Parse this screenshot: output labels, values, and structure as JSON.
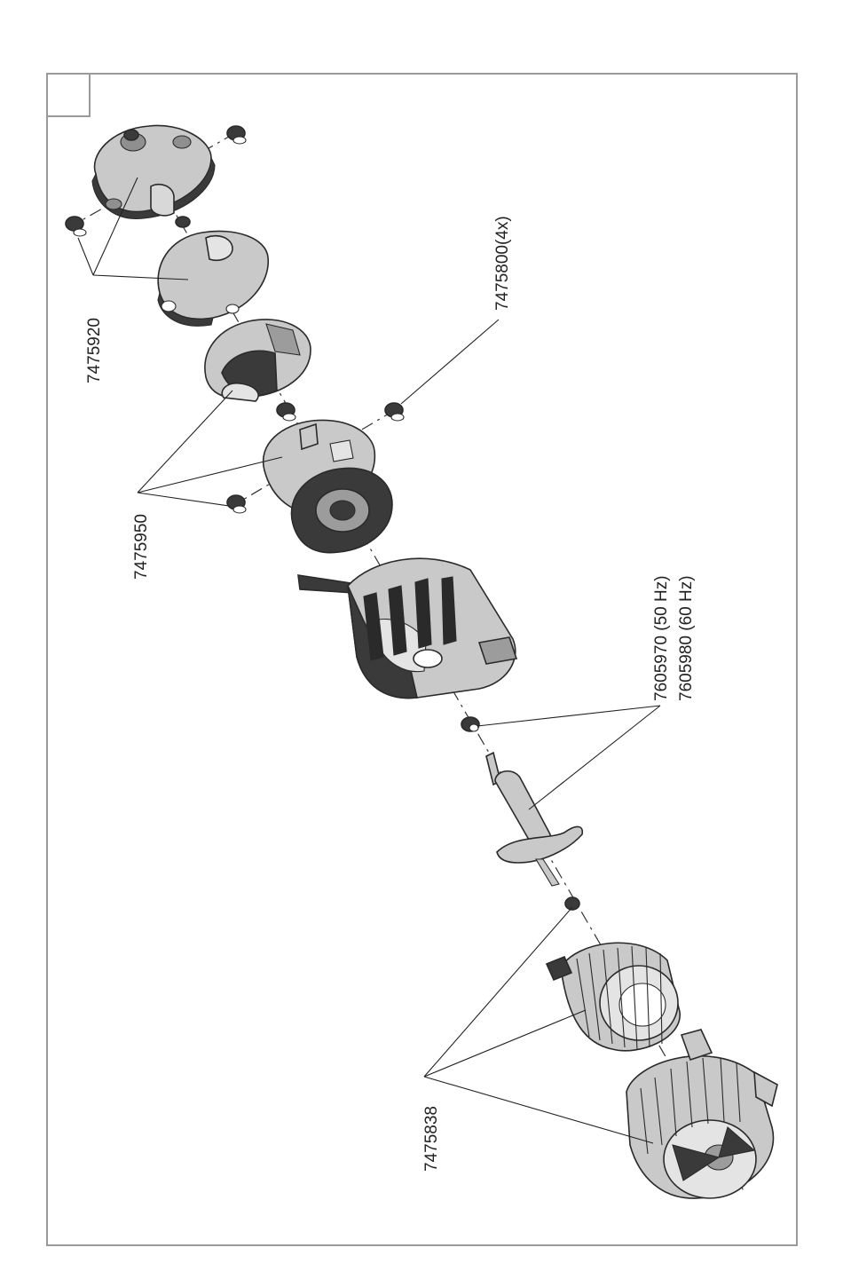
{
  "diagram": {
    "labels": {
      "label_7475920": "7475920",
      "label_7475800": "7475800(4x)",
      "label_7475950": "7475950",
      "label_7605970": "7605970 (50 Hz)",
      "label_7605980": "7605980 (60 Hz)",
      "label_7475838": "7475838"
    },
    "colors": {
      "part_fill": "#c9c9c9",
      "part_light": "#e4e4e4",
      "part_dark": "#3a3a3a",
      "outline": "#2a2a2a",
      "frame": "#9a9a9a"
    }
  }
}
